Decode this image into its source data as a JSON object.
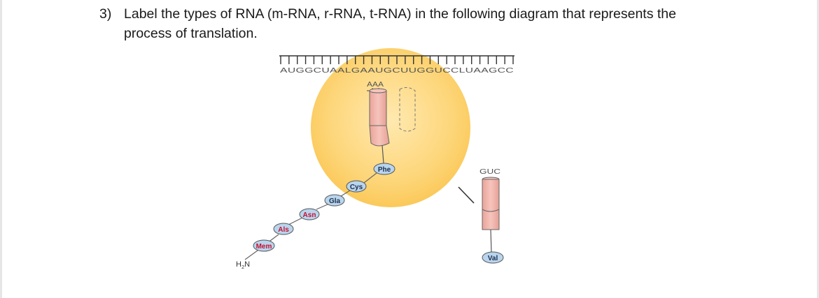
{
  "question": {
    "number": "3)",
    "text": "Label the types of RNA (m-RNA, r-RNA, t-RNA) in the following diagram that represents the process of translation."
  },
  "diagram": {
    "mrna_sequence": "AUGGCUAALGAAUGCUUGGUCCLUAAGCC",
    "anticodon_active": "AAA",
    "anticodon_incoming": "GUC",
    "amino_acids": {
      "mem": "Mem",
      "als": "Als",
      "asn": "Asn",
      "gla": "Gla",
      "cys": "Cys",
      "phe": "Phe",
      "val": "Val"
    },
    "n_terminus": "H2N",
    "colors": {
      "ribosome": "#fdd67a",
      "trna_body": "#f2b8b0",
      "amino_acid_fill": "#b9d5ee",
      "amino_acid_red": "#c8102e",
      "amino_acid_dark": "#1e2f4a"
    }
  }
}
